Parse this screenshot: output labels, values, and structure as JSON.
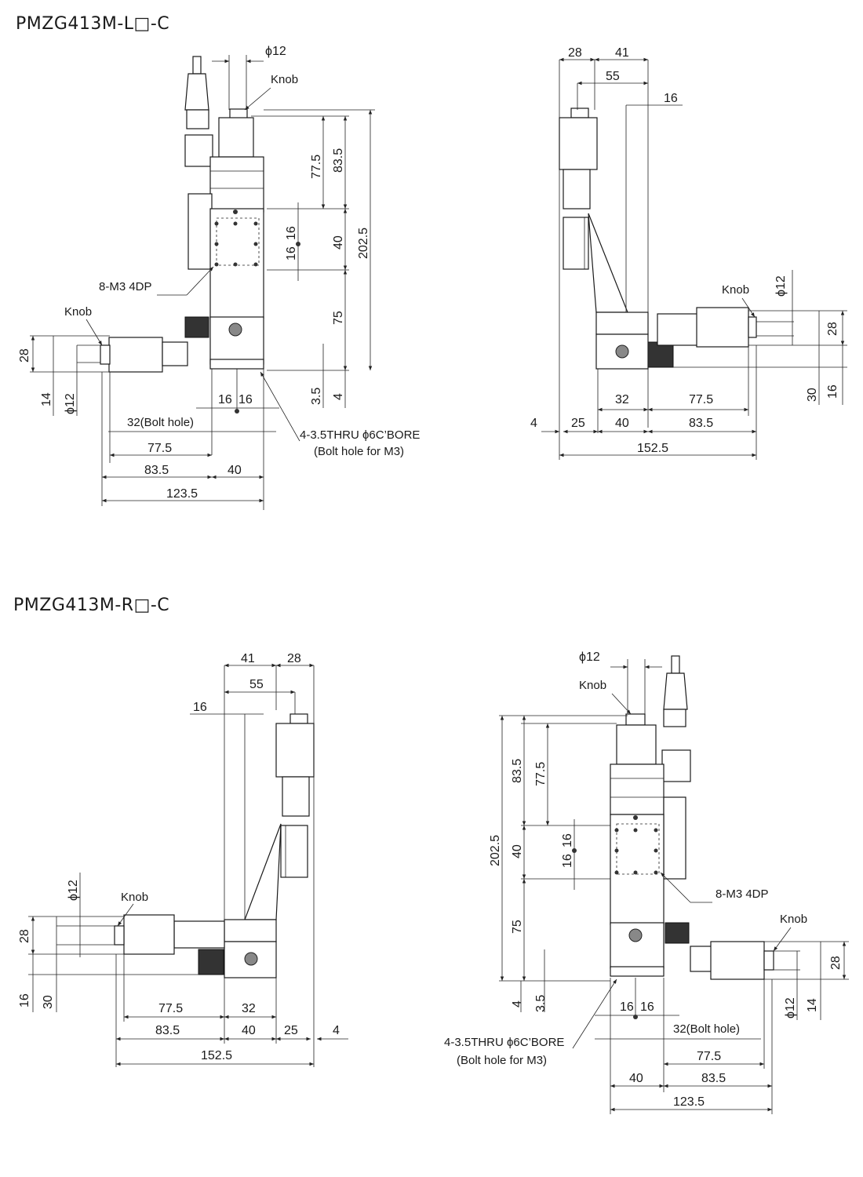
{
  "titles": {
    "left_model": "PMZG413M-L□-C",
    "right_model": "PMZG413M-R□-C"
  },
  "labels": {
    "knob": "Knob",
    "tapped": "8-M3 4DP",
    "thru": "4-3.5THRU ϕ6C’BORE",
    "thru_sub": "(Bolt hole for M3)",
    "bolt_hole": "32(Bolt hole)"
  },
  "dims": {
    "phi12": "ϕ12",
    "d83_5": "83.5",
    "d77_5": "77.5",
    "d202_5": "202.5",
    "d40": "40",
    "d16": "16",
    "d75": "75",
    "d3_5": "3.5",
    "d4": "4",
    "d28": "28",
    "d14": "14",
    "d32": "32",
    "d123_5": "123.5",
    "d41": "41",
    "d55": "55",
    "d30": "30",
    "d25": "25",
    "d152_5": "152.5"
  },
  "colors": {
    "line": "#222222",
    "text": "#1a1a1a",
    "background": "#ffffff"
  }
}
